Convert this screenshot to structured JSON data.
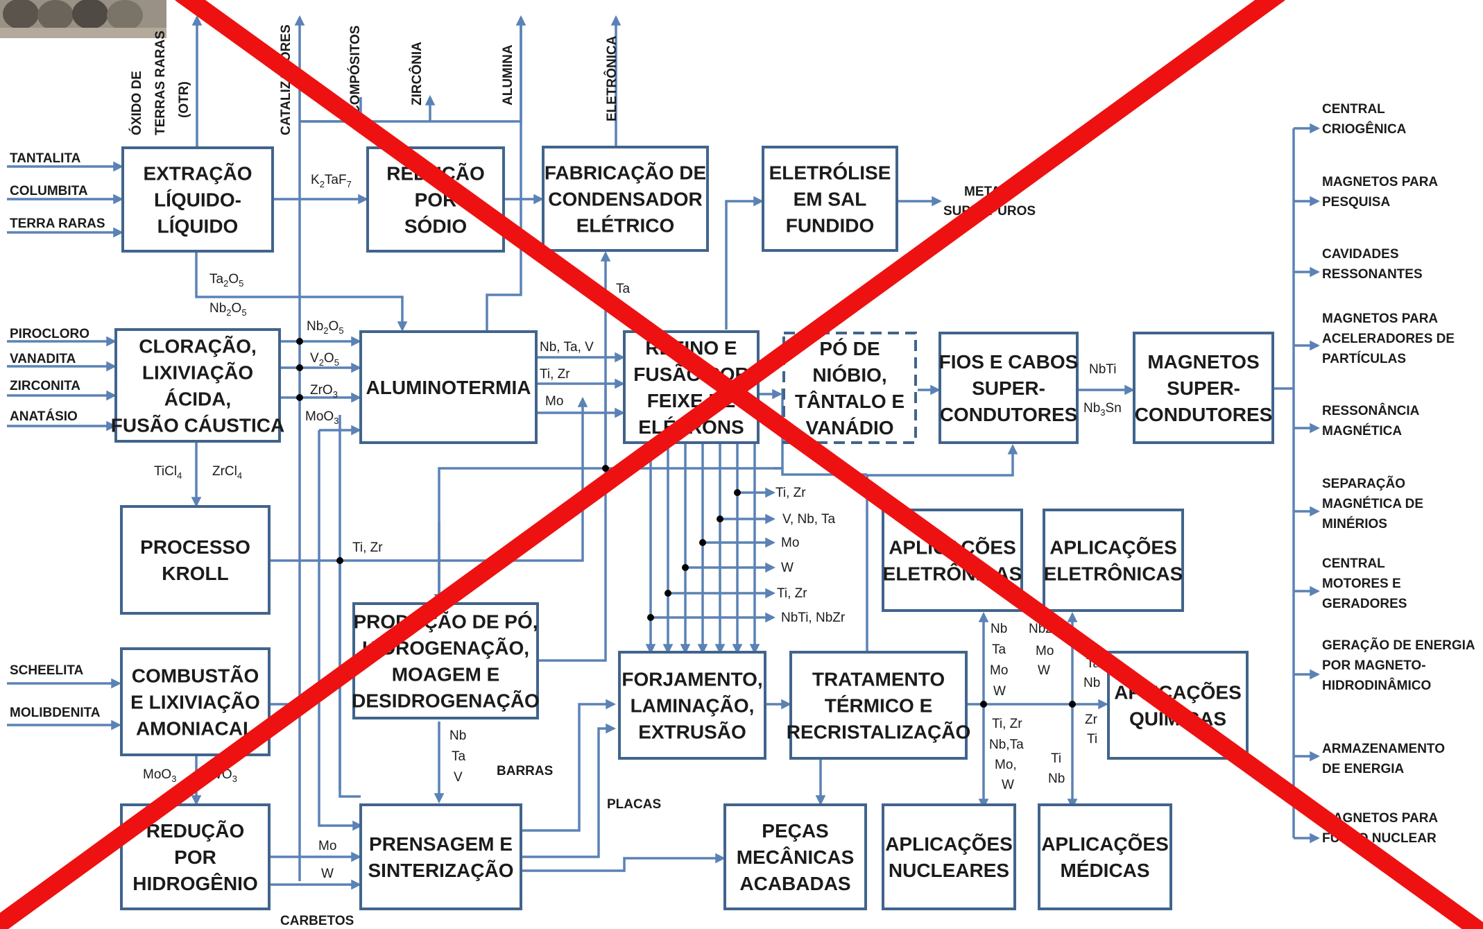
{
  "title_image": "ingots-photo",
  "colors": {
    "box_border": "#41648c",
    "flow_line": "#5b82b5",
    "cross": "#ee1111"
  },
  "boxes": {
    "extracao": [
      "EXTRAÇÃO",
      "LÍQUIDO-",
      "LÍQUIDO"
    ],
    "reducao_sodio": [
      "REDUÇÃO",
      "POR",
      "SÓDIO"
    ],
    "condensador": [
      "FABRICAÇÃO DE",
      "CONDENSADOR",
      "ELÉTRICO"
    ],
    "eletrolise": [
      "ELETRÓLISE",
      "EM SAL",
      "FUNDIDO"
    ],
    "cloracao": [
      "CLORAÇÃO,",
      "LIXIVIAÇÃO",
      "ÁCIDA,",
      "FUSÃO CÁUSTICA"
    ],
    "aluminotermia": [
      "ALUMINOTERMIA"
    ],
    "refino": [
      "REFINO E",
      "FUSÃO POR",
      "FEIXE DE",
      "ELÉTRONS"
    ],
    "po_niobio": [
      "PÓ DE",
      "NIÓBIO,",
      "TÂNTALO E",
      "VANÁDIO"
    ],
    "fios": [
      "FIOS E CABOS",
      "SUPER-",
      "CONDUTORES"
    ],
    "magnetos": [
      "MAGNETOS",
      "SUPER-",
      "CONDUTORES"
    ],
    "kroll": [
      "PROCESSO",
      "KROLL"
    ],
    "aplic_elet1": [
      "APLICAÇÕES",
      "ELETRÔNICAS"
    ],
    "aplic_elet2": [
      "APLICAÇÕES",
      "ELETRÔNICAS"
    ],
    "producao_po": [
      "PRODUÇÃO DE PÓ,",
      "HIDROGENAÇÃO,",
      "MOAGEM E",
      "DESIDROGENAÇÃO"
    ],
    "combustao": [
      "COMBUSTÃO",
      "E LIXIVIAÇÃO",
      "AMONIACAL"
    ],
    "forjamento": [
      "FORJAMENTO,",
      "LAMINAÇÃO,",
      "EXTRUSÃO"
    ],
    "tratamento": [
      "TRATAMENTO",
      "TÉRMICO E",
      "RECRISTALIZAÇÃO"
    ],
    "aplic_quimicas": [
      "APLICAÇÕES",
      "QUÍMICAS"
    ],
    "reducao_hidrogenio": [
      "REDUÇÃO",
      "POR",
      "HIDROGÊNIO"
    ],
    "prensagem": [
      "PRENSAGEM E",
      "SINTERIZAÇÃO"
    ],
    "pecas": [
      "PEÇAS",
      "MECÂNICAS",
      "ACABADAS"
    ],
    "aplic_nucleares": [
      "APLICAÇÕES",
      "NUCLEARES"
    ],
    "aplic_medicas": [
      "APLICAÇÕES",
      "MÉDICAS"
    ]
  },
  "inputs": {
    "tantalita": "TANTALITA",
    "columbita": "COLUMBITA",
    "terra_raras": "TERRA RARAS",
    "pirocloro": "PIROCLORO",
    "vanadita": "VANADITA",
    "zirconita": "ZIRCONITA",
    "anatasio": "ANATÁSIO",
    "scheelita": "SCHEELITA",
    "molibdenita": "MOLIBDENITA"
  },
  "top_outputs": {
    "otr": [
      "ÓXIDO DE",
      "TERRAS RARAS",
      "(OTR)"
    ],
    "catalizadores": "CATALIZADORES",
    "compositos": "COMPÓSITOS",
    "zirconia": "ZIRCÔNIA",
    "alumina": "ALUMINA",
    "eletronica": "ELETRÔNICA"
  },
  "bottom_outputs": {
    "carbetos": "CARBETOS"
  },
  "metais": [
    "METAIS",
    "SUPERPUROS"
  ],
  "applications": [
    [
      "CENTRAL",
      "CRIOGÊNICA"
    ],
    [
      "MAGNETOS PARA",
      "PESQUISA"
    ],
    [
      "CAVIDADES",
      "RESSONANTES"
    ],
    [
      "MAGNETOS PARA",
      "ACELERADORES  DE",
      "PARTÍCULAS"
    ],
    [
      "RESSONÂNCIA",
      "MAGNÉTICA"
    ],
    [
      "SEPARAÇÃO",
      "MAGNÉTICA DE",
      "MINÉRIOS"
    ],
    [
      "CENTRAL",
      "MOTORES E",
      "GERADORES"
    ],
    [
      "GERAÇÃO DE ENERGIA",
      "POR MAGNETO-",
      "HIDRODINÂMICO"
    ],
    [
      "ARMAZENAMENTO",
      "DE ENERGIA"
    ],
    [
      "MAGNETOS PARA",
      "FUSÃO NUCLEAR"
    ]
  ],
  "flow_labels": {
    "k2taf7": {
      "a": "K",
      "b": "2",
      "c": "TaF",
      "d": "7"
    },
    "ta2o5": {
      "a": "Ta",
      "b": "2",
      "c": "O",
      "d": "5"
    },
    "nb2o5_a": {
      "a": "Nb",
      "b": "2",
      "c": "O",
      "d": "5"
    },
    "nb2o5_b": {
      "a": "Nb",
      "b": "2",
      "c": "O",
      "d": "5"
    },
    "v2o5": {
      "a": "V",
      "b": "2",
      "c": "O",
      "d": "5"
    },
    "zro3": {
      "a": "ZrO",
      "b": "3"
    },
    "moo3_a": {
      "a": "MoO",
      "b": "3"
    },
    "ticl4": {
      "a": "TiCl",
      "b": "4"
    },
    "zrcl4": {
      "a": "ZrCl",
      "b": "4"
    },
    "moo3_b": {
      "a": "MoO",
      "b": "3"
    },
    "wo3": {
      "a": "WO",
      "b": "3"
    },
    "nb3sn": {
      "a": "Nb",
      "b": "3",
      "c": "Sn"
    },
    "ta": "Ta",
    "nb_ta_v": "Nb, Ta, V",
    "ti_zr_a": "Ti, Zr",
    "mo_a": "Mo",
    "ti_zr_kroll": "Ti, Zr",
    "nbti": "NbTi",
    "branch": [
      "Ti, Zr",
      "V, Nb, Ta",
      "Mo",
      "W",
      "Ti, Zr",
      "NbTi, NbZr"
    ],
    "nb_ta_v_stack": [
      "Nb",
      "Ta",
      "V"
    ],
    "barras": "BARRAS",
    "placas": "PLACAS",
    "mo_b": "Mo",
    "w_b": "W",
    "nb_ta_mo_w": [
      "Nb",
      "Ta",
      "Mo",
      "W"
    ],
    "nbzr_mo_w": [
      "NbZr",
      "Mo",
      "W"
    ],
    "ta_nb": [
      "Ta",
      "Nb"
    ],
    "zr_ti": [
      "Zr",
      "Ti"
    ],
    "ti_zr_mix": [
      "Ti, Zr",
      "Nb,Ta",
      "Mo,",
      "W"
    ],
    "ti_nb": [
      "Ti",
      "Nb"
    ]
  }
}
